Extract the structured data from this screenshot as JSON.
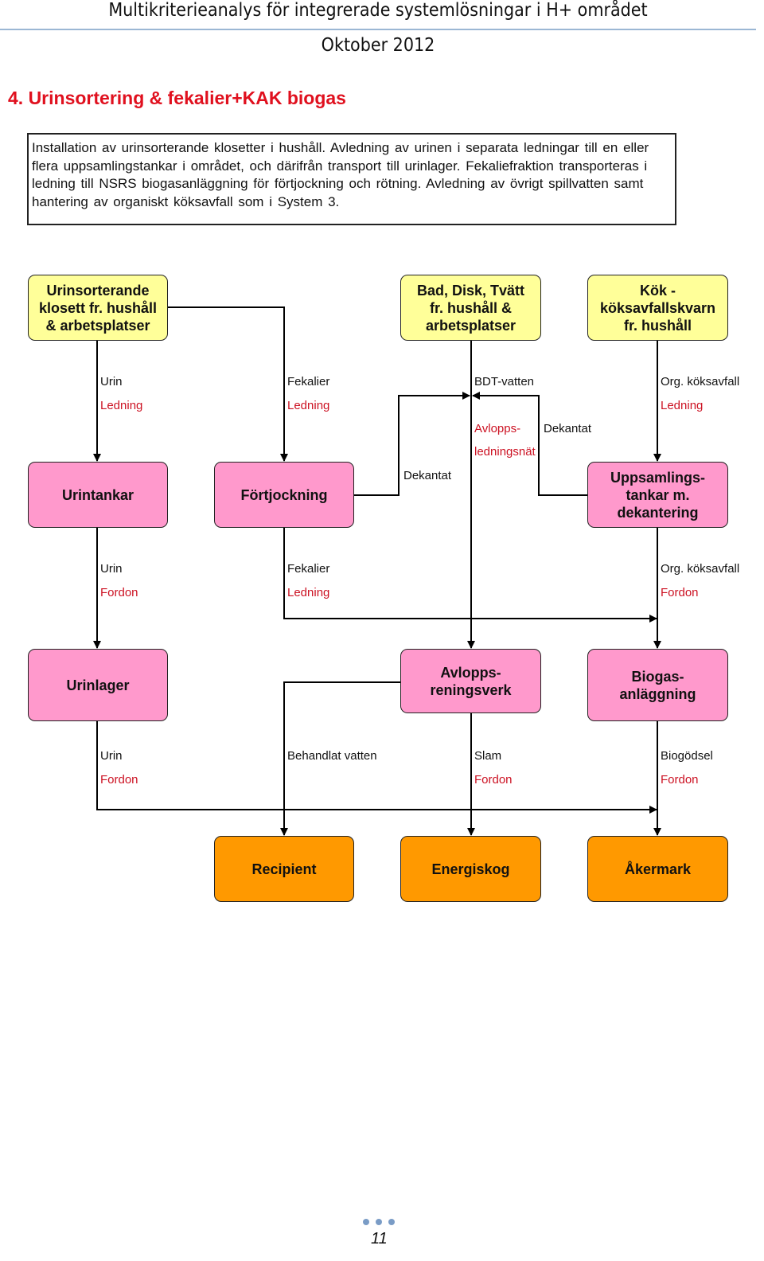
{
  "header": {
    "title": "Multikriterieanalys för integrerade systemlösningar i H+ området",
    "date": "Oktober 2012"
  },
  "heading": "4. Urinsortering & fekalier+KAK biogas",
  "description": "Installation av urinsorterande klosetter i hushåll. Avledning av urinen i separata ledningar till en eller flera uppsamlingstankar i området, och därifrån transport till urinlager. Fekaliefraktion transporteras i ledning till NSRS biogasanläggning för förtjockning och rötning. Avledning av övrigt spillvatten samt hantering av organiskt köksavfall som i System 3.",
  "boxes": {
    "source1": "Urinsorterande\nklosett fr. hushåll\n& arbetsplatser",
    "source2": "Bad, Disk, Tvätt\nfr. hushåll &\narbetsplatser",
    "source3": "Kök -\nköksavfallskvarn\nfr. hushåll",
    "urintankar": "Urintankar",
    "fortjockning": "Förtjockning",
    "uppsamling": "Uppsamlings-\ntankar m.\ndekantering",
    "urinlager": "Urinlager",
    "avloppsverk": "Avlopps-\nreningsverk",
    "biogas": "Biogas-\nanläggning",
    "recipient": "Recipient",
    "energiskog": "Energiskog",
    "akermark": "Åkermark"
  },
  "labels": {
    "urin": "Urin",
    "fekalier": "Fekalier",
    "bdt": "BDT-vatten",
    "org": "Org. köksavfall",
    "ledning": "Ledning",
    "fordon": "Fordon",
    "avlopps1": "Avlopps-",
    "avlopps2": "ledningsnät",
    "dekantat": "Dekantat",
    "behandlat": "Behandlat vatten",
    "slam": "Slam",
    "biogodsel": "Biogödsel"
  },
  "colors": {
    "source": "#ffff99",
    "process": "#ff99cc",
    "sink": "#ff9900",
    "transport": "#cc1122"
  },
  "page_number": "11"
}
